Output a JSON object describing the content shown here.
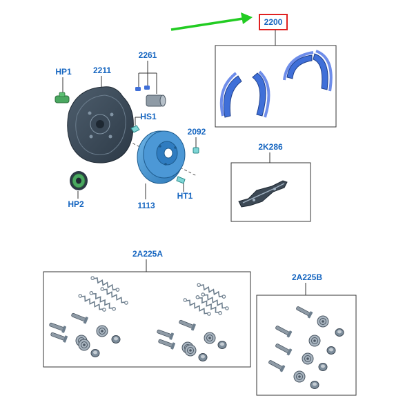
{
  "parts": {
    "p2200": "2200",
    "p2261": "2261",
    "hp1": "HP1",
    "p2211": "2211",
    "hs1": "HS1",
    "p2092": "2092",
    "p2k286": "2K286",
    "hp2": "HP2",
    "p1113": "1113",
    "ht1": "HT1",
    "p2a225a": "2A225A",
    "p2a225b": "2A225B"
  },
  "colors": {
    "label": "#1565c0",
    "highlight_box": "#e02020",
    "arrow": "#22cc22",
    "part_blue": "#3f6fd8",
    "part_gray": "#6e7f8e",
    "green_part": "#4aa860"
  }
}
